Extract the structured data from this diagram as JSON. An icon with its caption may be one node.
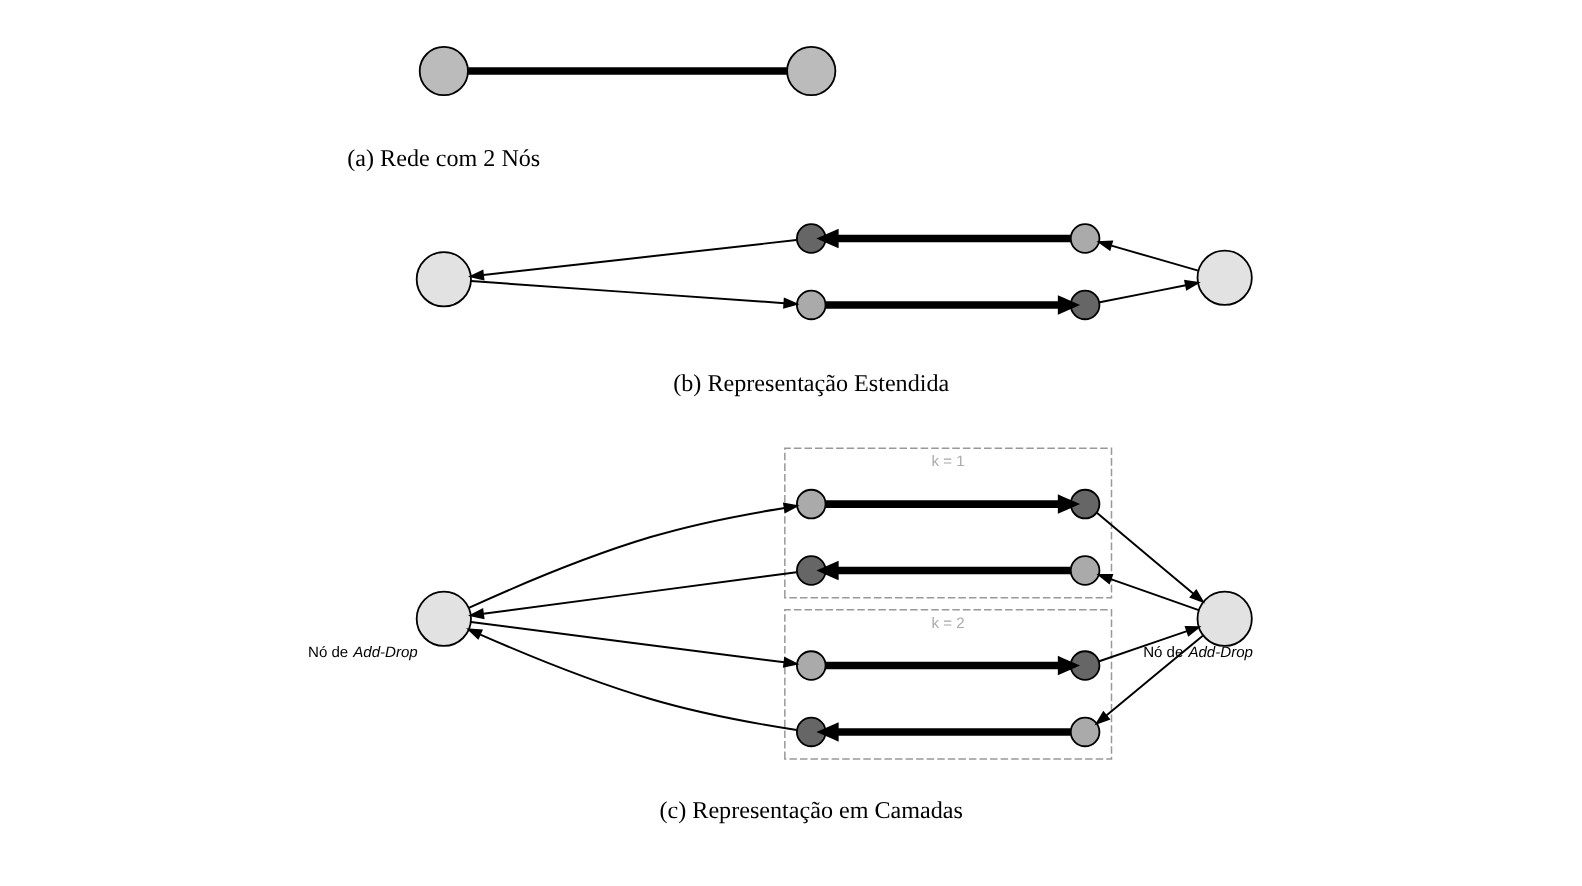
{
  "diagram": {
    "nodes": [
      {
        "text": [],
        "shape": "circle"
      },
      {
        "text": [],
        "shape": "circle"
      },
      {
        "text": [],
        "shape": "circle"
      },
      {
        "text": [],
        "shape": "circle"
      },
      {
        "text": [],
        "shape": "circle"
      },
      {
        "text": [],
        "shape": "circle"
      },
      {
        "text": [],
        "shape": "circle"
      },
      {
        "text": [],
        "shape": "circle"
      },
      {
        "text": [],
        "shape": "circle",
        "beside": [
          "Nó de *Add-Drop*"
        ]
      },
      {
        "text": [
          "k = 1"
        ]
      },
      {
        "text": [],
        "shape": "circle",
        "in": 9
      },
      {
        "text": [],
        "shape": "circle",
        "in": 9
      },
      {
        "text": [],
        "shape": "circle",
        "in": 9
      },
      {
        "text": [],
        "shape": "circle",
        "in": 9
      },
      {
        "text": [
          "k = 2"
        ]
      },
      {
        "text": [],
        "shape": "circle",
        "in": 14
      },
      {
        "text": [],
        "shape": "circle",
        "in": 14
      },
      {
        "text": [],
        "shape": "circle",
        "in": 14
      },
      {
        "text": [],
        "shape": "circle",
        "in": 14
      },
      {
        "text": [],
        "shape": "circle",
        "beside": [
          "Nó de *Add-Drop*"
        ]
      }
    ],
    "edges": [
      {
        "from": 0,
        "to": 1,
        "arrow": "none",
        "style": "thick"
      },
      {
        "from": 2,
        "to": 3,
        "arrow": "to"
      },
      {
        "from": 3,
        "to": 4,
        "arrow": "to",
        "style": "thick"
      },
      {
        "from": 4,
        "to": 5,
        "arrow": "to"
      },
      {
        "from": 5,
        "to": 6,
        "arrow": "to"
      },
      {
        "from": 6,
        "to": 7,
        "arrow": "to",
        "style": "thick"
      },
      {
        "from": 7,
        "to": 2,
        "arrow": "to"
      },
      {
        "from": 8,
        "to": 10,
        "arrow": "to"
      },
      {
        "from": 10,
        "to": 11,
        "arrow": "to",
        "style": "thick"
      },
      {
        "from": 11,
        "to": 19,
        "arrow": "to"
      },
      {
        "from": 19,
        "to": 13,
        "arrow": "to"
      },
      {
        "from": 13,
        "to": 12,
        "arrow": "to",
        "style": "thick"
      },
      {
        "from": 12,
        "to": 8,
        "arrow": "to"
      },
      {
        "from": 8,
        "to": 15,
        "arrow": "to"
      },
      {
        "from": 15,
        "to": 16,
        "arrow": "to",
        "style": "thick"
      },
      {
        "from": 16,
        "to": 19,
        "arrow": "to"
      },
      {
        "from": 19,
        "to": 18,
        "arrow": "to"
      },
      {
        "from": 18,
        "to": 17,
        "arrow": "to",
        "style": "thick"
      },
      {
        "from": 17,
        "to": 8,
        "arrow": "to"
      }
    ],
    "labels": [
      "(a) Rede com 2 Nós",
      "(b) Representação Estendida",
      "(c) Representação em Camadas"
    ]
  }
}
